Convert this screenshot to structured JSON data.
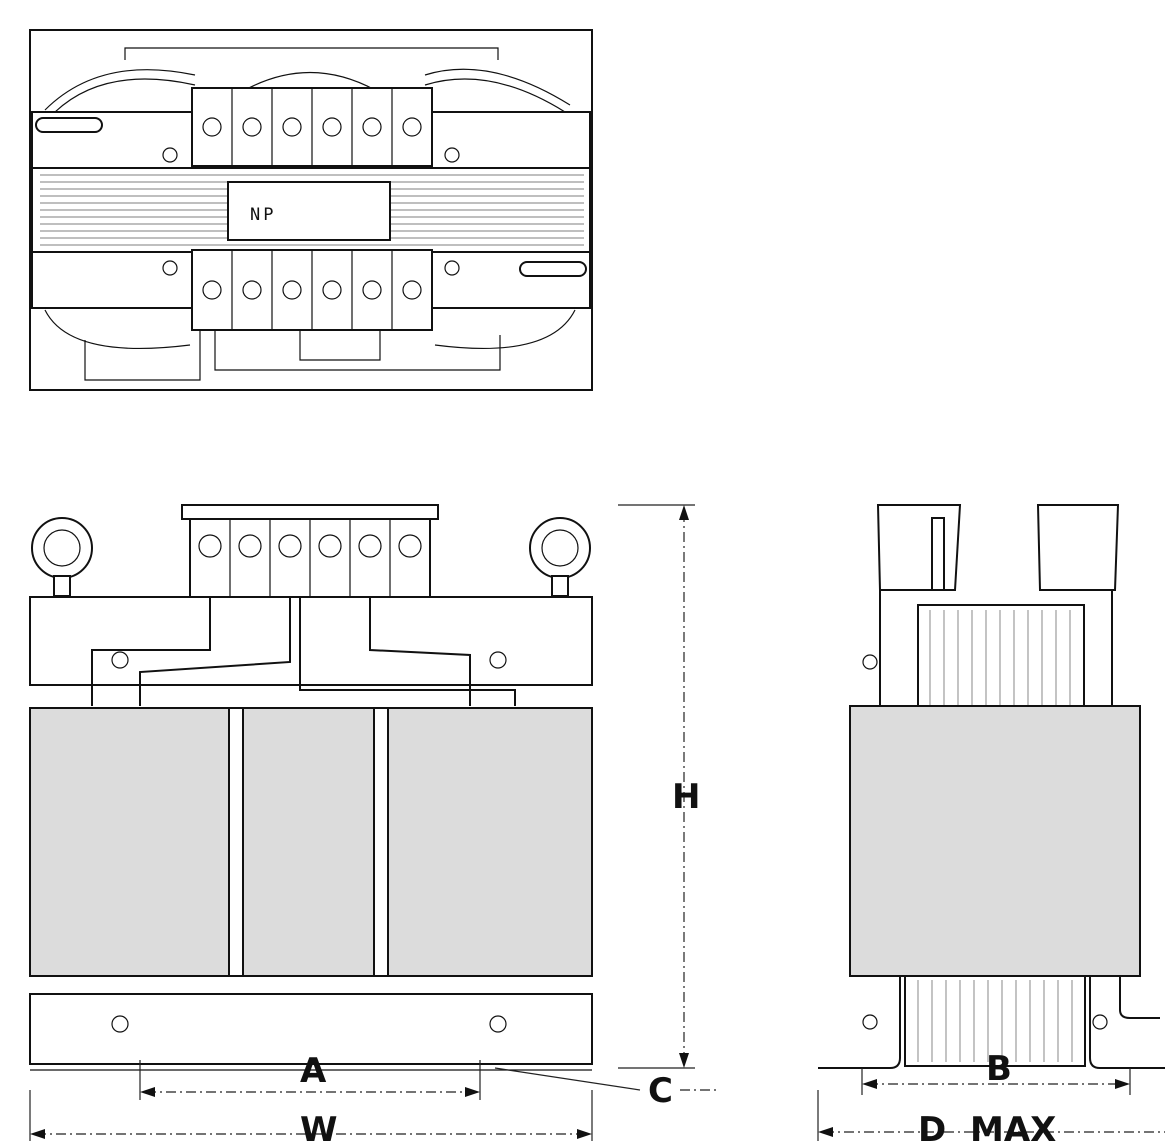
{
  "nameplate": {
    "text": "NP"
  },
  "dimensions": {
    "A": "A",
    "B": "B",
    "C": "C",
    "H": "H",
    "W": "W",
    "D": "D",
    "max": "MAX"
  },
  "colors": {
    "line": "#111111",
    "coil_fill": "#dcdcdc",
    "background": "#ffffff"
  }
}
